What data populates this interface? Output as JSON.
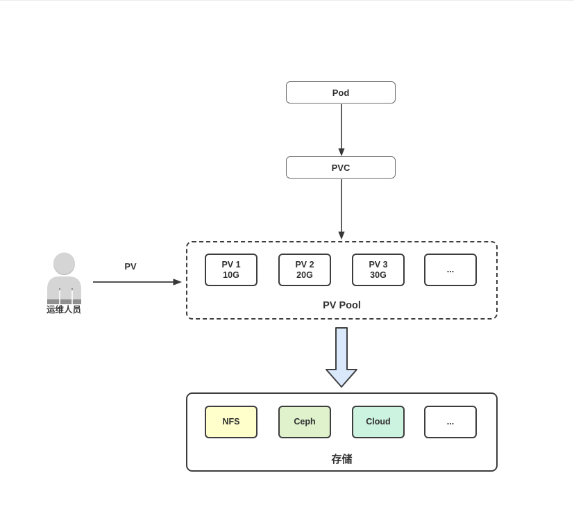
{
  "diagram": {
    "pod": {
      "label": "Pod"
    },
    "pvc": {
      "label": "PVC"
    },
    "pv_pool": {
      "label": "PV Pool",
      "items": [
        {
          "line1": "PV 1",
          "line2": "10G"
        },
        {
          "line1": "PV 2",
          "line2": "20G"
        },
        {
          "line1": "PV 3",
          "line2": "30G"
        },
        {
          "line1": "...",
          "line2": ""
        }
      ]
    },
    "storage": {
      "label": "存储",
      "items": [
        {
          "label": "NFS",
          "bg": "#ffffcc"
        },
        {
          "label": "Ceph",
          "bg": "#dff2cc"
        },
        {
          "label": "Cloud",
          "bg": "#ccf2e0"
        },
        {
          "label": "...",
          "bg": "#ffffff"
        }
      ]
    },
    "actor": {
      "label": "运维人员"
    },
    "edges": {
      "actor_to_pool_label": "PV"
    },
    "colors": {
      "block_arrow_fill": "#dae8fc",
      "block_arrow_stroke": "#404040",
      "line_stroke": "#383838"
    }
  }
}
